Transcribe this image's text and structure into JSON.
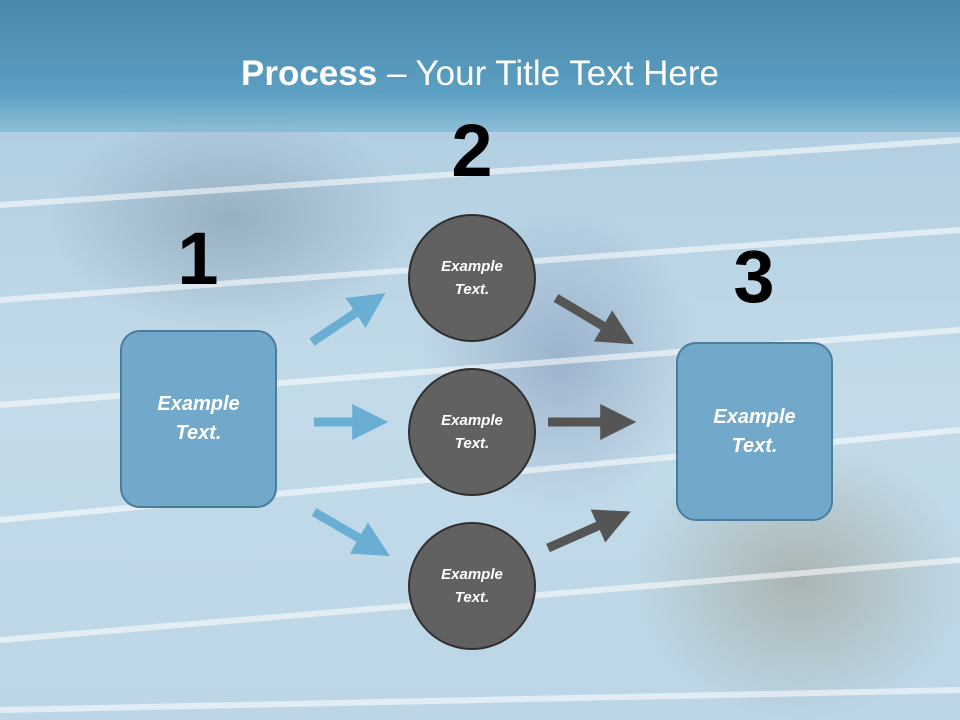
{
  "slide": {
    "title_bold": "Process",
    "title_rest": " – Your Title Text Here",
    "step_numbers": [
      "1",
      "2",
      "3"
    ],
    "left_box_text": "Example\nText.",
    "right_box_text": "Example\nText.",
    "circles": [
      {
        "text": "Example\nText."
      },
      {
        "text": "Example\nText."
      },
      {
        "text": "Example\nText."
      }
    ]
  },
  "colors": {
    "header": "#5b9fc2",
    "box_fill": "#72a8c9",
    "circle_fill": "#616161",
    "blue_arrow": "#6aaed3",
    "dark_arrow": "#555555"
  }
}
